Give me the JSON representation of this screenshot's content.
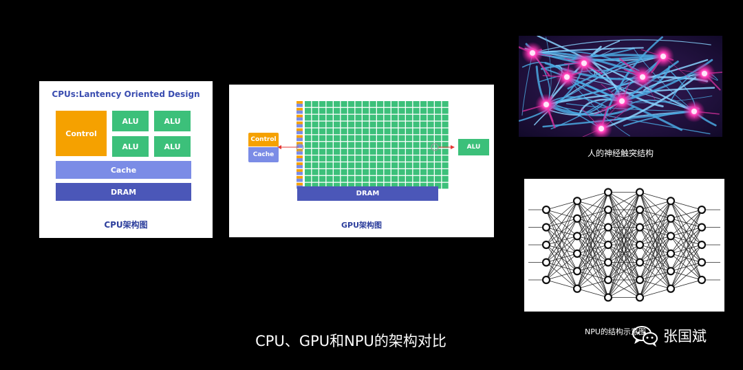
{
  "cpu": {
    "title": "CPUs:Lantency Oriented Design",
    "control": "Control",
    "alu": "ALU",
    "cache": "Cache",
    "dram": "DRAM",
    "caption": "CPU架构图",
    "colors": {
      "control": "#f5a100",
      "alu": "#3cc07a",
      "cache": "#7b8ce6",
      "dram": "#4b57b8"
    }
  },
  "gpu": {
    "control": "Control",
    "cache": "Cache",
    "alu": "ALU",
    "dram": "DRAM",
    "caption": "GPU架构图",
    "grid_rows": 13,
    "grid_cols": 20
  },
  "neuron": {
    "caption": "人的神经触突结构"
  },
  "npu": {
    "caption": "NPU的结构示意图",
    "layers": [
      5,
      6,
      7,
      7,
      6,
      5
    ]
  },
  "main_caption": "CPU、GPU和NPU的架构对比",
  "watermark": {
    "text": "张国斌",
    "icon": "wechat-icon"
  }
}
